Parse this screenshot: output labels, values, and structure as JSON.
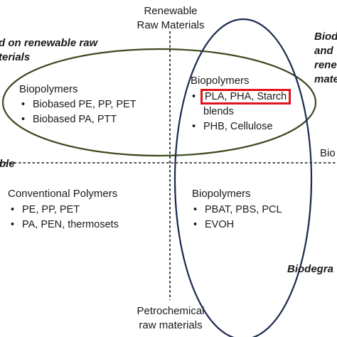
{
  "axes": {
    "top": [
      "Renewable",
      "Raw Materials"
    ],
    "bottom": [
      "Petrochemical",
      "raw materials"
    ],
    "left_fragment": "ble",
    "right_fragment": "Bio"
  },
  "side_labels": {
    "top_left": [
      "d on renewable raw",
      "terials"
    ],
    "top_right": [
      "Biode",
      "and",
      "rene",
      "mate"
    ],
    "bottom_right": "Biodegra"
  },
  "quadrants": {
    "top_left": {
      "heading": "Biopolymers",
      "items": [
        "Biobased PE, PP, PET",
        "Biobased PA, PTT"
      ]
    },
    "top_right": {
      "heading": "Biopolymers",
      "highlighted": "PLA, PHA, Starch",
      "continuation": "blends",
      "item2": "PHB, Cellulose"
    },
    "bottom_left": {
      "heading": "Conventional Polymers",
      "items": [
        "PE, PP, PET",
        "PA, PEN, thermosets"
      ]
    },
    "bottom_right": {
      "heading": "Biopolymers",
      "items": [
        "PBAT, PBS, PCL",
        "EVOH"
      ]
    }
  },
  "colors": {
    "ellipse_horizontal": "#3b4a1e",
    "ellipse_vertical": "#1c2a4e",
    "highlight_box": "#e0141a",
    "axes": "#1a1a1a"
  }
}
